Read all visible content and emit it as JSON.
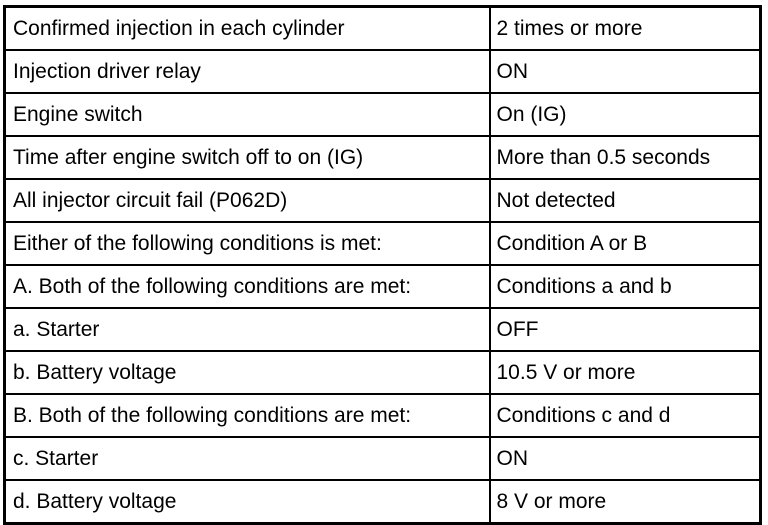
{
  "table": {
    "rows": [
      {
        "item": "Confirmed injection in each cylinder",
        "value": "2 times or more"
      },
      {
        "item": "Injection driver relay",
        "value": "ON"
      },
      {
        "item": "Engine switch",
        "value": "On (IG)"
      },
      {
        "item": "Time after engine switch off to on (IG)",
        "value": "More than 0.5 seconds"
      },
      {
        "item": "All injector circuit fail (P062D)",
        "value": "Not detected"
      },
      {
        "item": "Either of the following conditions is met:",
        "value": "Condition A or B"
      },
      {
        "item": "A. Both of the following conditions are met:",
        "value": "Conditions a and b"
      },
      {
        "item": "a. Starter",
        "value": "OFF"
      },
      {
        "item": "b. Battery voltage",
        "value": "10.5 V or more"
      },
      {
        "item": "B. Both of the following conditions are met:",
        "value": "Conditions c and d"
      },
      {
        "item": "c. Starter",
        "value": "ON"
      },
      {
        "item": "d. Battery voltage",
        "value": "8 V or more"
      }
    ]
  }
}
